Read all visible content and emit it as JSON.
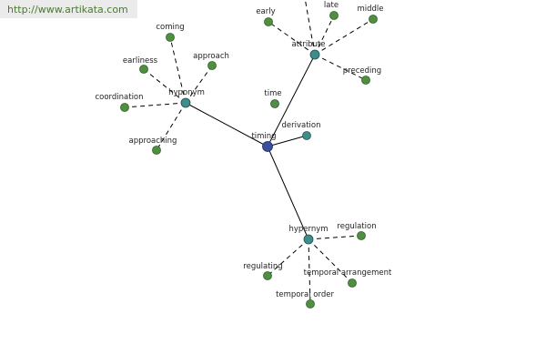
{
  "watermark": "http://www.artikata.com",
  "colors": {
    "center": "#3b4fa0",
    "hub": "#3f8c8c",
    "leaf": "#4f8f3f",
    "edge": "#000000"
  },
  "graph": {
    "center": {
      "id": "timing",
      "label": "timing"
    },
    "hubs": [
      {
        "id": "hyponym",
        "label": "hyponym",
        "leaves": [
          "coming",
          "earliness",
          "approach",
          "coordination",
          "approaching"
        ]
      },
      {
        "id": "attribute",
        "label": "attribute",
        "leaves": [
          "early",
          "late",
          "middle",
          "preceding",
          ""
        ]
      },
      {
        "id": "hypernym",
        "label": "hypernym",
        "leaves": [
          "regulation",
          "regulating",
          "temporal arrangement",
          "temporal order"
        ]
      }
    ],
    "direct_leaves": [
      {
        "id": "time",
        "label": "time",
        "connected": false
      },
      {
        "id": "derivation",
        "label": "derivation",
        "connected": true
      }
    ]
  }
}
